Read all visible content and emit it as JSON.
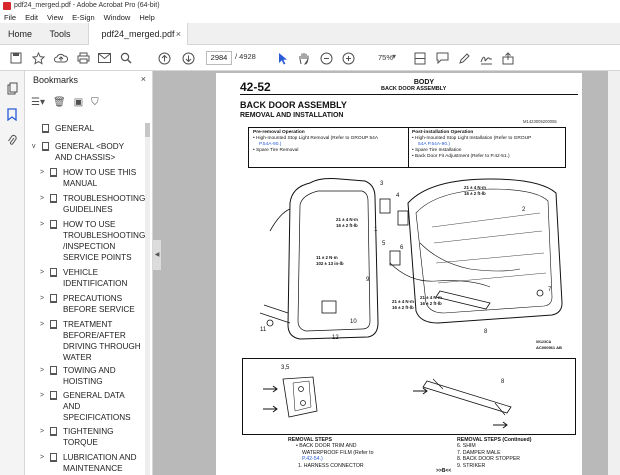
{
  "window": {
    "title": "pdf24_merged.pdf - Adobe Acrobat Pro (64-bit)"
  },
  "menu": [
    "File",
    "Edit",
    "View",
    "E-Sign",
    "Window",
    "Help"
  ],
  "tabs": {
    "home": "Home",
    "tools": "Tools",
    "document": "pdf24_merged.pdf",
    "close": "×"
  },
  "toolbar": {
    "current_page": "2984",
    "total_pages": "/ 4928",
    "zoom": "75%"
  },
  "bookmarks": {
    "title": "Bookmarks",
    "close": "×",
    "items": [
      {
        "label": "GENERAL",
        "expander": ""
      },
      {
        "label": "GENERAL <BODY AND CHASSIS>",
        "expander": "v"
      },
      {
        "label": "HOW TO USE THIS MANUAL",
        "expander": ">"
      },
      {
        "label": "TROUBLESHOOTING GUIDELINES",
        "expander": ">"
      },
      {
        "label": "HOW TO USE TROUBLESHOOTING /INSPECTION SERVICE POINTS",
        "expander": ">"
      },
      {
        "label": "VEHICLE IDENTIFICATION",
        "expander": ">"
      },
      {
        "label": "PRECAUTIONS BEFORE SERVICE",
        "expander": ">"
      },
      {
        "label": "TREATMENT BEFORE/AFTER DRIVING THROUGH WATER",
        "expander": ">"
      },
      {
        "label": "TOWING AND HOISTING",
        "expander": ">"
      },
      {
        "label": "GENERAL DATA AND SPECIFICATIONS",
        "expander": ">"
      },
      {
        "label": "TIGHTENING TORQUE",
        "expander": ">"
      },
      {
        "label": "LUBRICATION AND MAINTENANCE",
        "expander": ">"
      }
    ]
  },
  "page": {
    "page_number": "42-52",
    "section": "BODY",
    "subsection": "BACK DOOR ASSEMBLY",
    "heading": "BACK DOOR ASSEMBLY",
    "subheading": "REMOVAL AND INSTALLATION",
    "code": "M1423005200055",
    "pre_removal": {
      "title": "Pre-removal Operation",
      "items": [
        "High-mounted Stop Light Removal (Refer to GROUP 54A",
        "P.54A-90.)",
        "Spare Tire Removal"
      ]
    },
    "post_install": {
      "title": "Post-installation Operation",
      "items": [
        "High-mounted Stop Light Installation (Refer to GROUP",
        "54A P.54A-90.)",
        "Spare Tire Installation",
        "Back Door Fit Adjustment (Refer to P.42-51.)"
      ]
    },
    "figure": {
      "torque_a1": "21 ± 4 N·m",
      "torque_a2": "16 ± 2 ft-lb",
      "torque_b1": "21 ± 4 N·m",
      "torque_b2": "16 ± 2 ft-lb",
      "torque_c1": "11 ± 2 N·m",
      "torque_c2": "102 ± 13 in-lb",
      "torque_d1": "21 ± 4 N·m",
      "torque_d2": "16 ± 2 ft-lb",
      "torque_e1": "21 ± 4 N·m",
      "torque_e2": "16 ± 2 ft-lb",
      "callouts": [
        "3",
        "4",
        "2",
        "1",
        "5",
        "6",
        "7",
        "8",
        "9",
        "10",
        "11",
        "12"
      ],
      "fig_code1": "00123CA",
      "fig_code2": "AC000561 AB",
      "detail_left": "3,5",
      "detail_right": "8"
    },
    "removal_steps": {
      "title": "REMOVAL STEPS",
      "items": [
        "BACK DOOR TRIM AND",
        "WATERPROOF FILM (Refer to",
        "P.42-54.)",
        "1. HARNESS CONNECTOR"
      ]
    },
    "removal_steps_cont": {
      "title": "REMOVAL STEPS (Continued)",
      "items": [
        "6.   SHIM",
        "7.   DAMPER MALE",
        "8.   BACK DOOR STOPPER",
        "9.   STRIKER"
      ]
    },
    "nav_mark": ">>B<<"
  }
}
